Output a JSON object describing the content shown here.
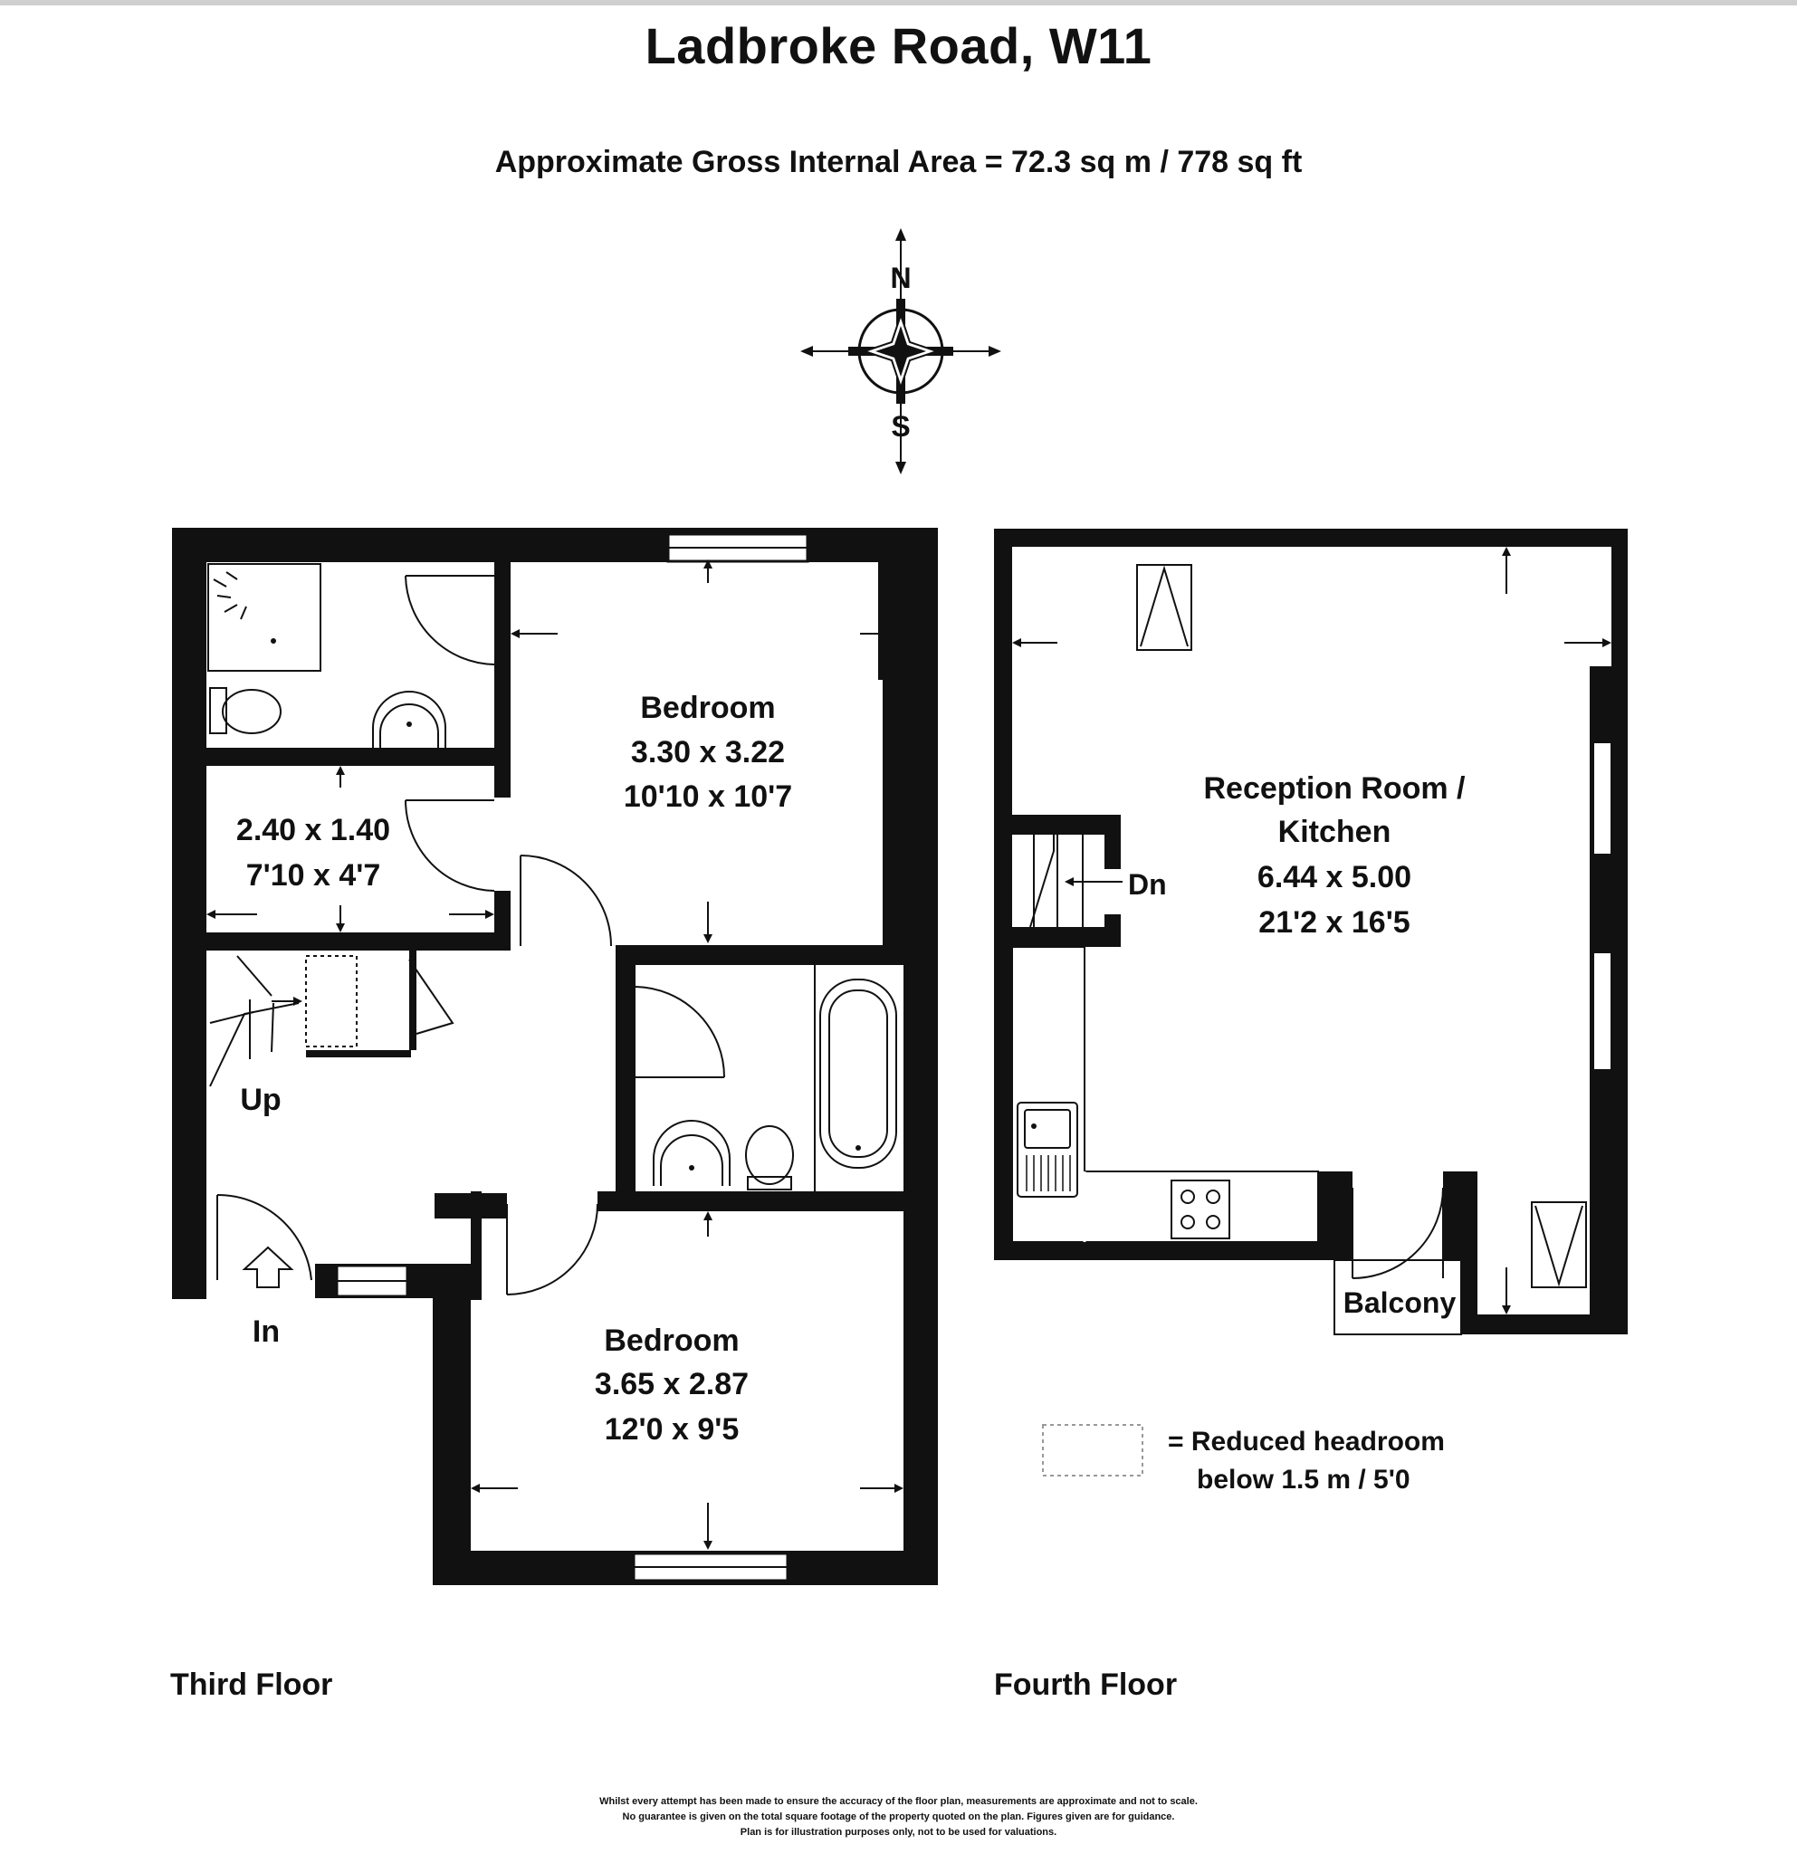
{
  "title": "Ladbroke Road, W11",
  "area": "Approximate Gross Internal Area = 72.3 sq m / 778 sq ft",
  "compass": {
    "north": "N",
    "south": "S"
  },
  "third_floor": {
    "label": "Third Floor",
    "bedroom1": {
      "name": "Bedroom",
      "metric": "3.30 x 3.22",
      "imperial": "10'10 x 10'7"
    },
    "bedroom2": {
      "name": "Bedroom",
      "metric": "3.65 x 2.87",
      "imperial": "12'0 x 9'5"
    },
    "small_room": {
      "metric": "2.40 x 1.40",
      "imperial": "7'10 x 4'7"
    },
    "stairs": "Up",
    "entrance": "In"
  },
  "fourth_floor": {
    "label": "Fourth Floor",
    "reception": {
      "name_line1": "Reception Room /",
      "name_line2": "Kitchen",
      "metric": "6.44 x 5.00",
      "imperial": "21'2 x 16'5"
    },
    "stairs": "Dn",
    "balcony": "Balcony"
  },
  "legend": {
    "line1": "= Reduced headroom",
    "line2": "below 1.5 m / 5'0"
  },
  "disclaimer": [
    "Whilst every attempt has been made to ensure the accuracy of the floor plan, measurements are approximate and not to scale.",
    "No guarantee is given on the total square footage of the property quoted on the plan. Figures given are for guidance.",
    "Plan is for illustration purposes only, not to be used for valuations."
  ]
}
